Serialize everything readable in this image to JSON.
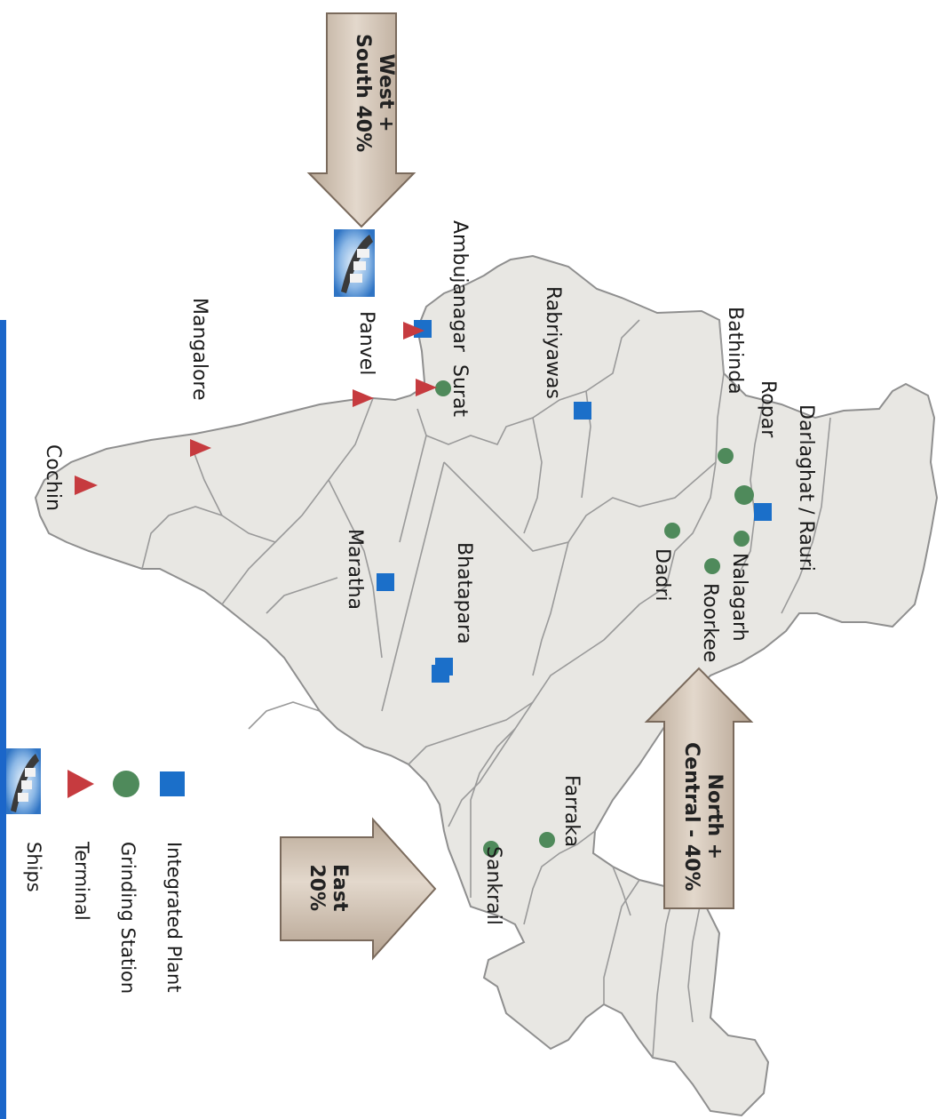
{
  "colors": {
    "land": "#e8e7e3",
    "border": "#8f8f8f",
    "integrated_plant": "#1b6fc9",
    "grinding_station": "#4f8a5b",
    "terminal": "#c63b3f",
    "arrow_fill": "#d8cbbd",
    "legend_bar": "#1b66c9"
  },
  "regions": {
    "west_south": {
      "line1": "West +",
      "line2": "South 40%"
    },
    "north_central": {
      "line1": "North +",
      "line2": "Central - 40%"
    },
    "east": {
      "line1": "East",
      "line2": "20%"
    }
  },
  "cities": [
    {
      "name": "Ambujanagar",
      "type": "integrated-plant"
    },
    {
      "name": "Surat",
      "type": "grinding-station"
    },
    {
      "name": "Rabriyawas",
      "type": "integrated-plant"
    },
    {
      "name": "Bathinda",
      "type": "grinding-station"
    },
    {
      "name": "Ropar",
      "type": "grinding-station"
    },
    {
      "name": "Darlaghat / Rauri",
      "type": "integrated-plant"
    },
    {
      "name": "Nalagarh",
      "type": "grinding-station"
    },
    {
      "name": "Roorkee",
      "type": "grinding-station"
    },
    {
      "name": "Dadri",
      "type": "grinding-station"
    },
    {
      "name": "Panvel",
      "type": "terminal"
    },
    {
      "name": "Mangalore",
      "type": "terminal"
    },
    {
      "name": "Cochin",
      "type": "terminal"
    },
    {
      "name": "Maratha",
      "type": "integrated-plant"
    },
    {
      "name": "Bhatapara",
      "type": "integrated-plant"
    },
    {
      "name": "Farraka",
      "type": "grinding-station"
    },
    {
      "name": "Sankrail",
      "type": "grinding-station"
    }
  ],
  "legend": {
    "integrated_plant": "Integrated Plant",
    "grinding_station": "Grinding Station",
    "terminal": "Terminal",
    "ships": "Ships"
  },
  "icons": [
    "square-icon",
    "circle-icon",
    "triangle-icon",
    "ship-icon"
  ]
}
